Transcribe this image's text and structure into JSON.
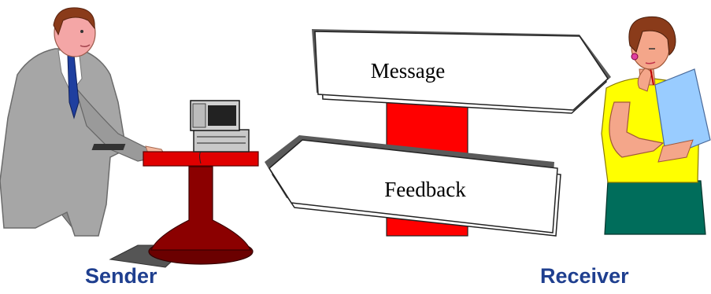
{
  "diagram": {
    "sign_message": "Message",
    "sign_feedback": "Feedback",
    "sender_label": "Sender",
    "receiver_label": "Receiver"
  },
  "figures": {
    "sender": "man-at-computer-figure",
    "receiver": "woman-with-clipboard-figure",
    "signpost": "two-way-signpost"
  },
  "colors": {
    "label": "#1f3f8f",
    "post": "#ff0000",
    "table_top": "#e00000",
    "table_stand": "#8b0000",
    "suit": "#a6a6a6",
    "blouse": "#ffff00",
    "skirt": "#006d5b",
    "clipboard": "#99ccff"
  }
}
